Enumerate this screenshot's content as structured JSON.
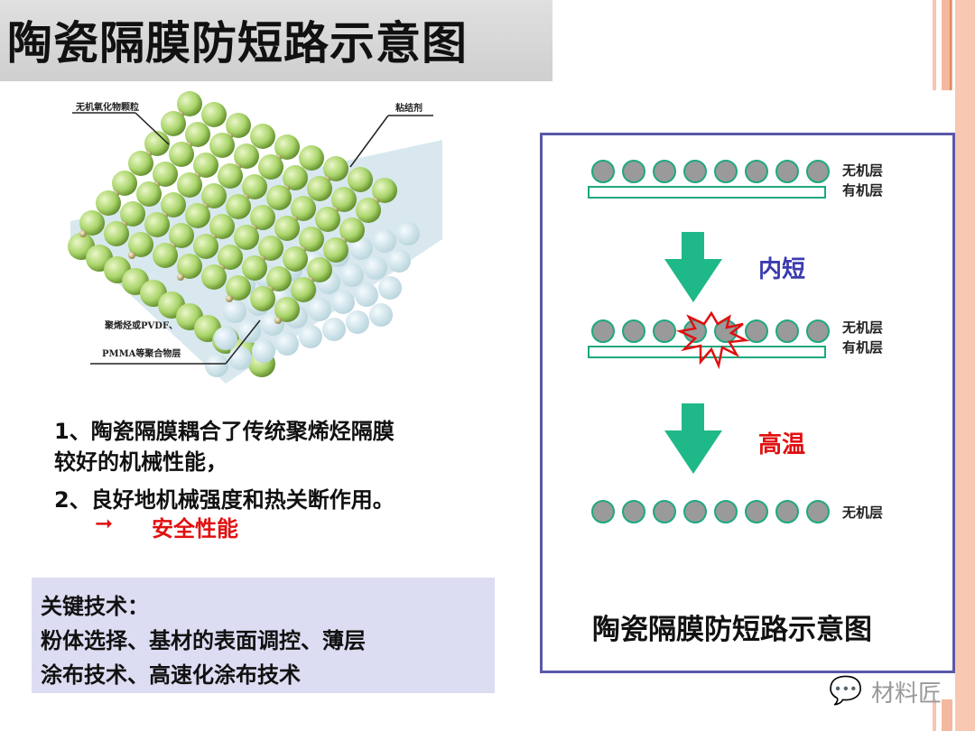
{
  "title": "陶瓷隔膜防短路示意图",
  "figure3d": {
    "label_particles": "无机氧化物颗粒",
    "label_binder": "粘结剂",
    "label_polymer_1": "聚烯烃或PVDF、",
    "label_polymer_2": "PMMA等聚合物层"
  },
  "points": {
    "line1": "1、陶瓷隔膜耦合了传统聚烯烃隔膜",
    "line2": "较好的机械性能，",
    "line3": "2、良好地机械强度和热关断作用。",
    "arrow": "➞",
    "safety": "安全性能"
  },
  "key_tech": {
    "heading": "关键技术：",
    "line1": "粉体选择、基材的表面调控、薄层",
    "line2": "涂布技术、高速化涂布技术"
  },
  "schematic": {
    "inorganic": "无机层",
    "organic": "有机层",
    "step1": "内短",
    "step2": "高温",
    "caption": "陶瓷隔膜防短路示意图"
  },
  "watermark": "材料匠",
  "colors": {
    "blue_text": "#3b3bb0",
    "red_text": "#e01010",
    "arrow_green": "#1fb889",
    "border": "#5a58a8"
  }
}
